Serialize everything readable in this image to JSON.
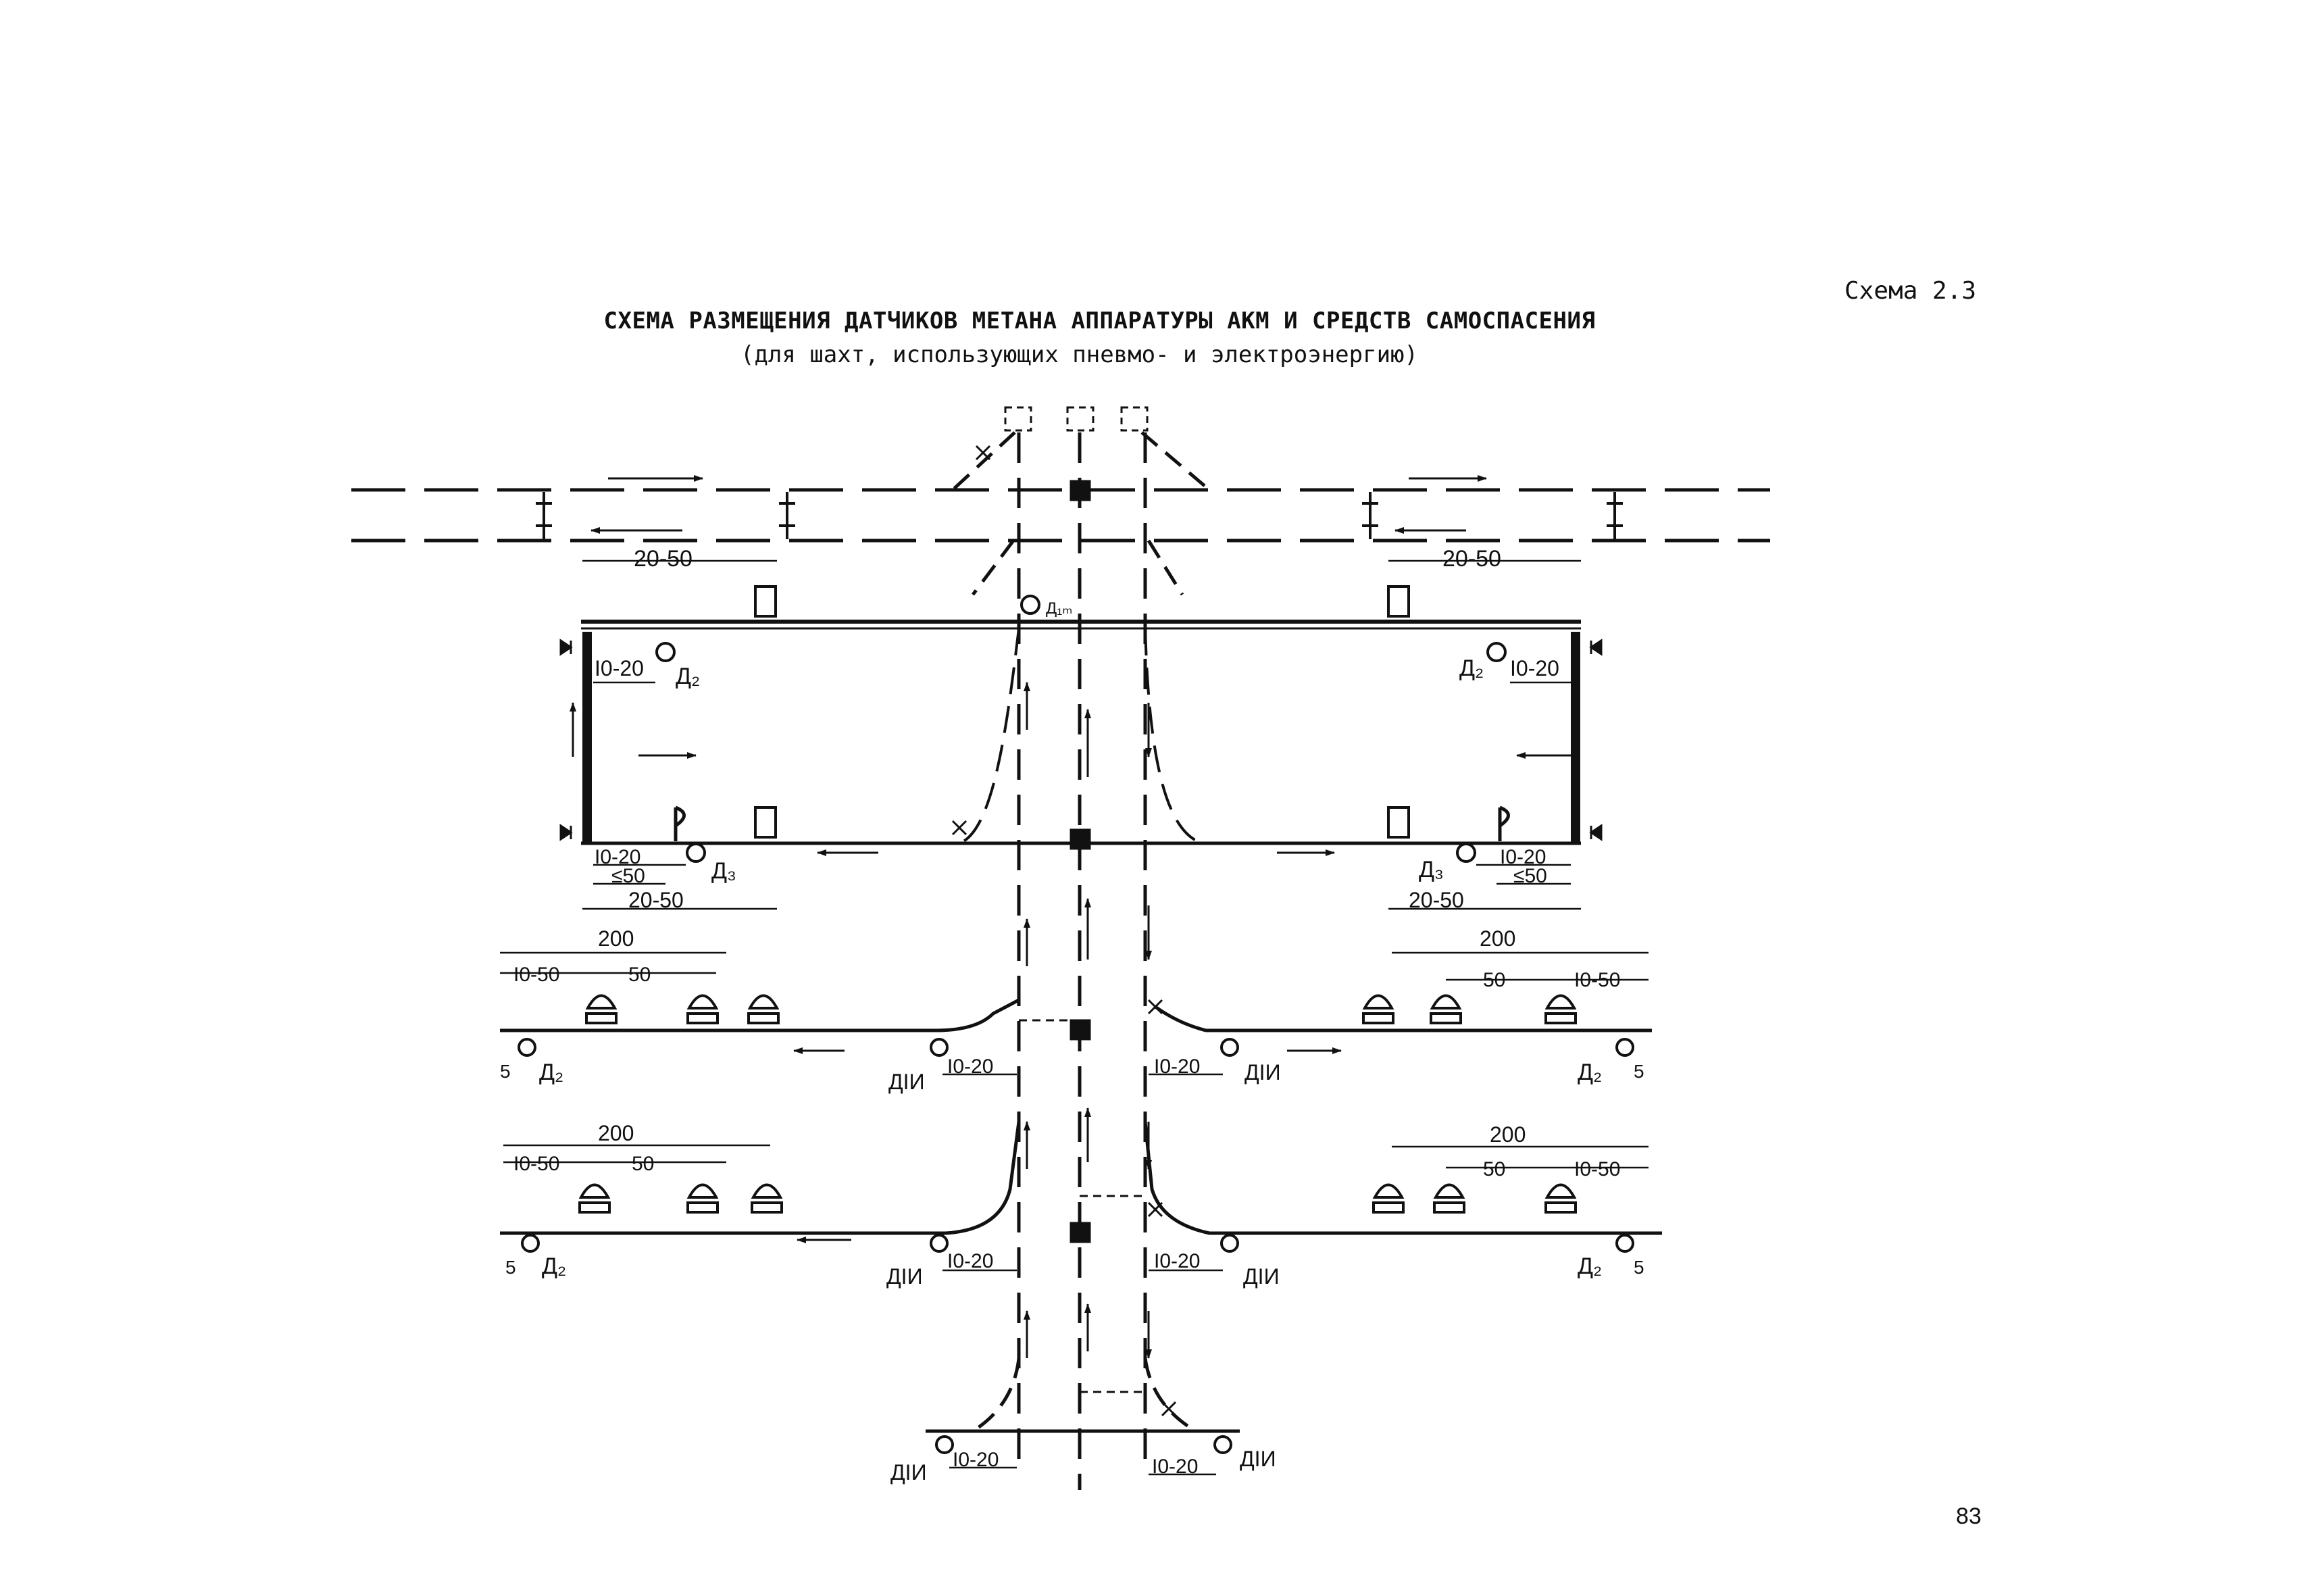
{
  "scheme_label": "Схема 2.3",
  "title": "СХЕМА РАЗМЕЩЕНИЯ ДАТЧИКОВ МЕТАНА АППАРАТУРЫ АКМ И СРЕДСТВ САМОСПАСЕНИЯ",
  "subtitle": "(для шахт, использующих пневмо- и электроэнергию)",
  "page_number": "83",
  "dimensions": {
    "d20_50": "20-50",
    "d10_20": "I0-20",
    "d_le50": "≤50",
    "d200": "200",
    "d10_50": "I0-50",
    "d50": "50",
    "d5": "5"
  },
  "sensors": {
    "d1m": "Д₁ₘ",
    "d2": "Д₂",
    "d3": "Д₃",
    "d1i": "ДIИ"
  }
}
